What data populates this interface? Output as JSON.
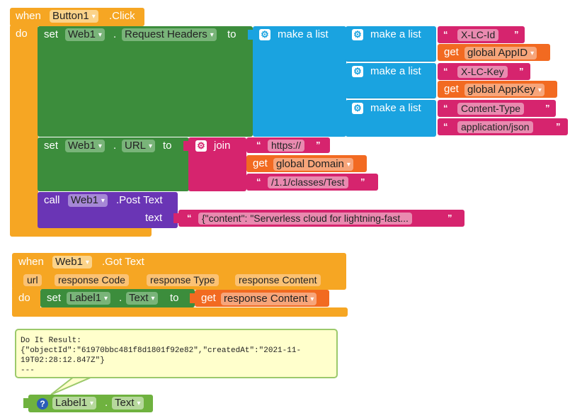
{
  "click_event": {
    "when": "when",
    "component": "Button1",
    "event": ".Click",
    "do": "do",
    "set_headers": {
      "set": "set",
      "component": "Web1",
      "dot": ".",
      "property": "Request Headers",
      "to": "to",
      "make_list": "make a list",
      "pairs": [
        {
          "make_list": "make a list",
          "key": "X-LC-Id",
          "get": "get",
          "value": "global AppID"
        },
        {
          "make_list": "make a list",
          "key": "X-LC-Key",
          "get": "get",
          "value": "global AppKey"
        },
        {
          "make_list": "make a list",
          "key": "Content-Type",
          "value_text": "application/json"
        }
      ]
    },
    "set_url": {
      "set": "set",
      "component": "Web1",
      "dot": ".",
      "property": "URL",
      "to": "to",
      "join": "join",
      "part1": "https://",
      "get": "get",
      "part2": "global Domain",
      "part3": "/1.1/classes/Test"
    },
    "post": {
      "call": "call",
      "component": "Web1",
      "method": ".Post Text",
      "param": "text",
      "value": "{\"content\": \"Serverless cloud for lightning-fast..."
    }
  },
  "got_text_event": {
    "when": "when",
    "component": "Web1",
    "event": ".Got Text",
    "params": [
      "url",
      "response Code",
      "response Type",
      "response Content"
    ],
    "do": "do",
    "set": "set",
    "target": "Label1",
    "dot": ".",
    "property": "Text",
    "to": "to",
    "get": "get",
    "value": "response Content"
  },
  "result_bubble": {
    "line1": "Do It Result:",
    "line2": "{\"objectId\":\"61970bbc481f8d1801f92e82\",\"createdAt\":\"2021-11-",
    "line3": "19T02:28:12.847Z\"}",
    "line4": "---"
  },
  "getter_block": {
    "help": "?",
    "component": "Label1",
    "dot": ".",
    "property": "Text"
  },
  "colors": {
    "event": "#f6a623",
    "event_dark": "#e39512",
    "setter": "#3c8d3c",
    "component_call": "#6a35b5",
    "list": "#1aa3e0",
    "text": "#d6246e",
    "variable": "#f26a21",
    "bubble": "#ffffcc"
  }
}
